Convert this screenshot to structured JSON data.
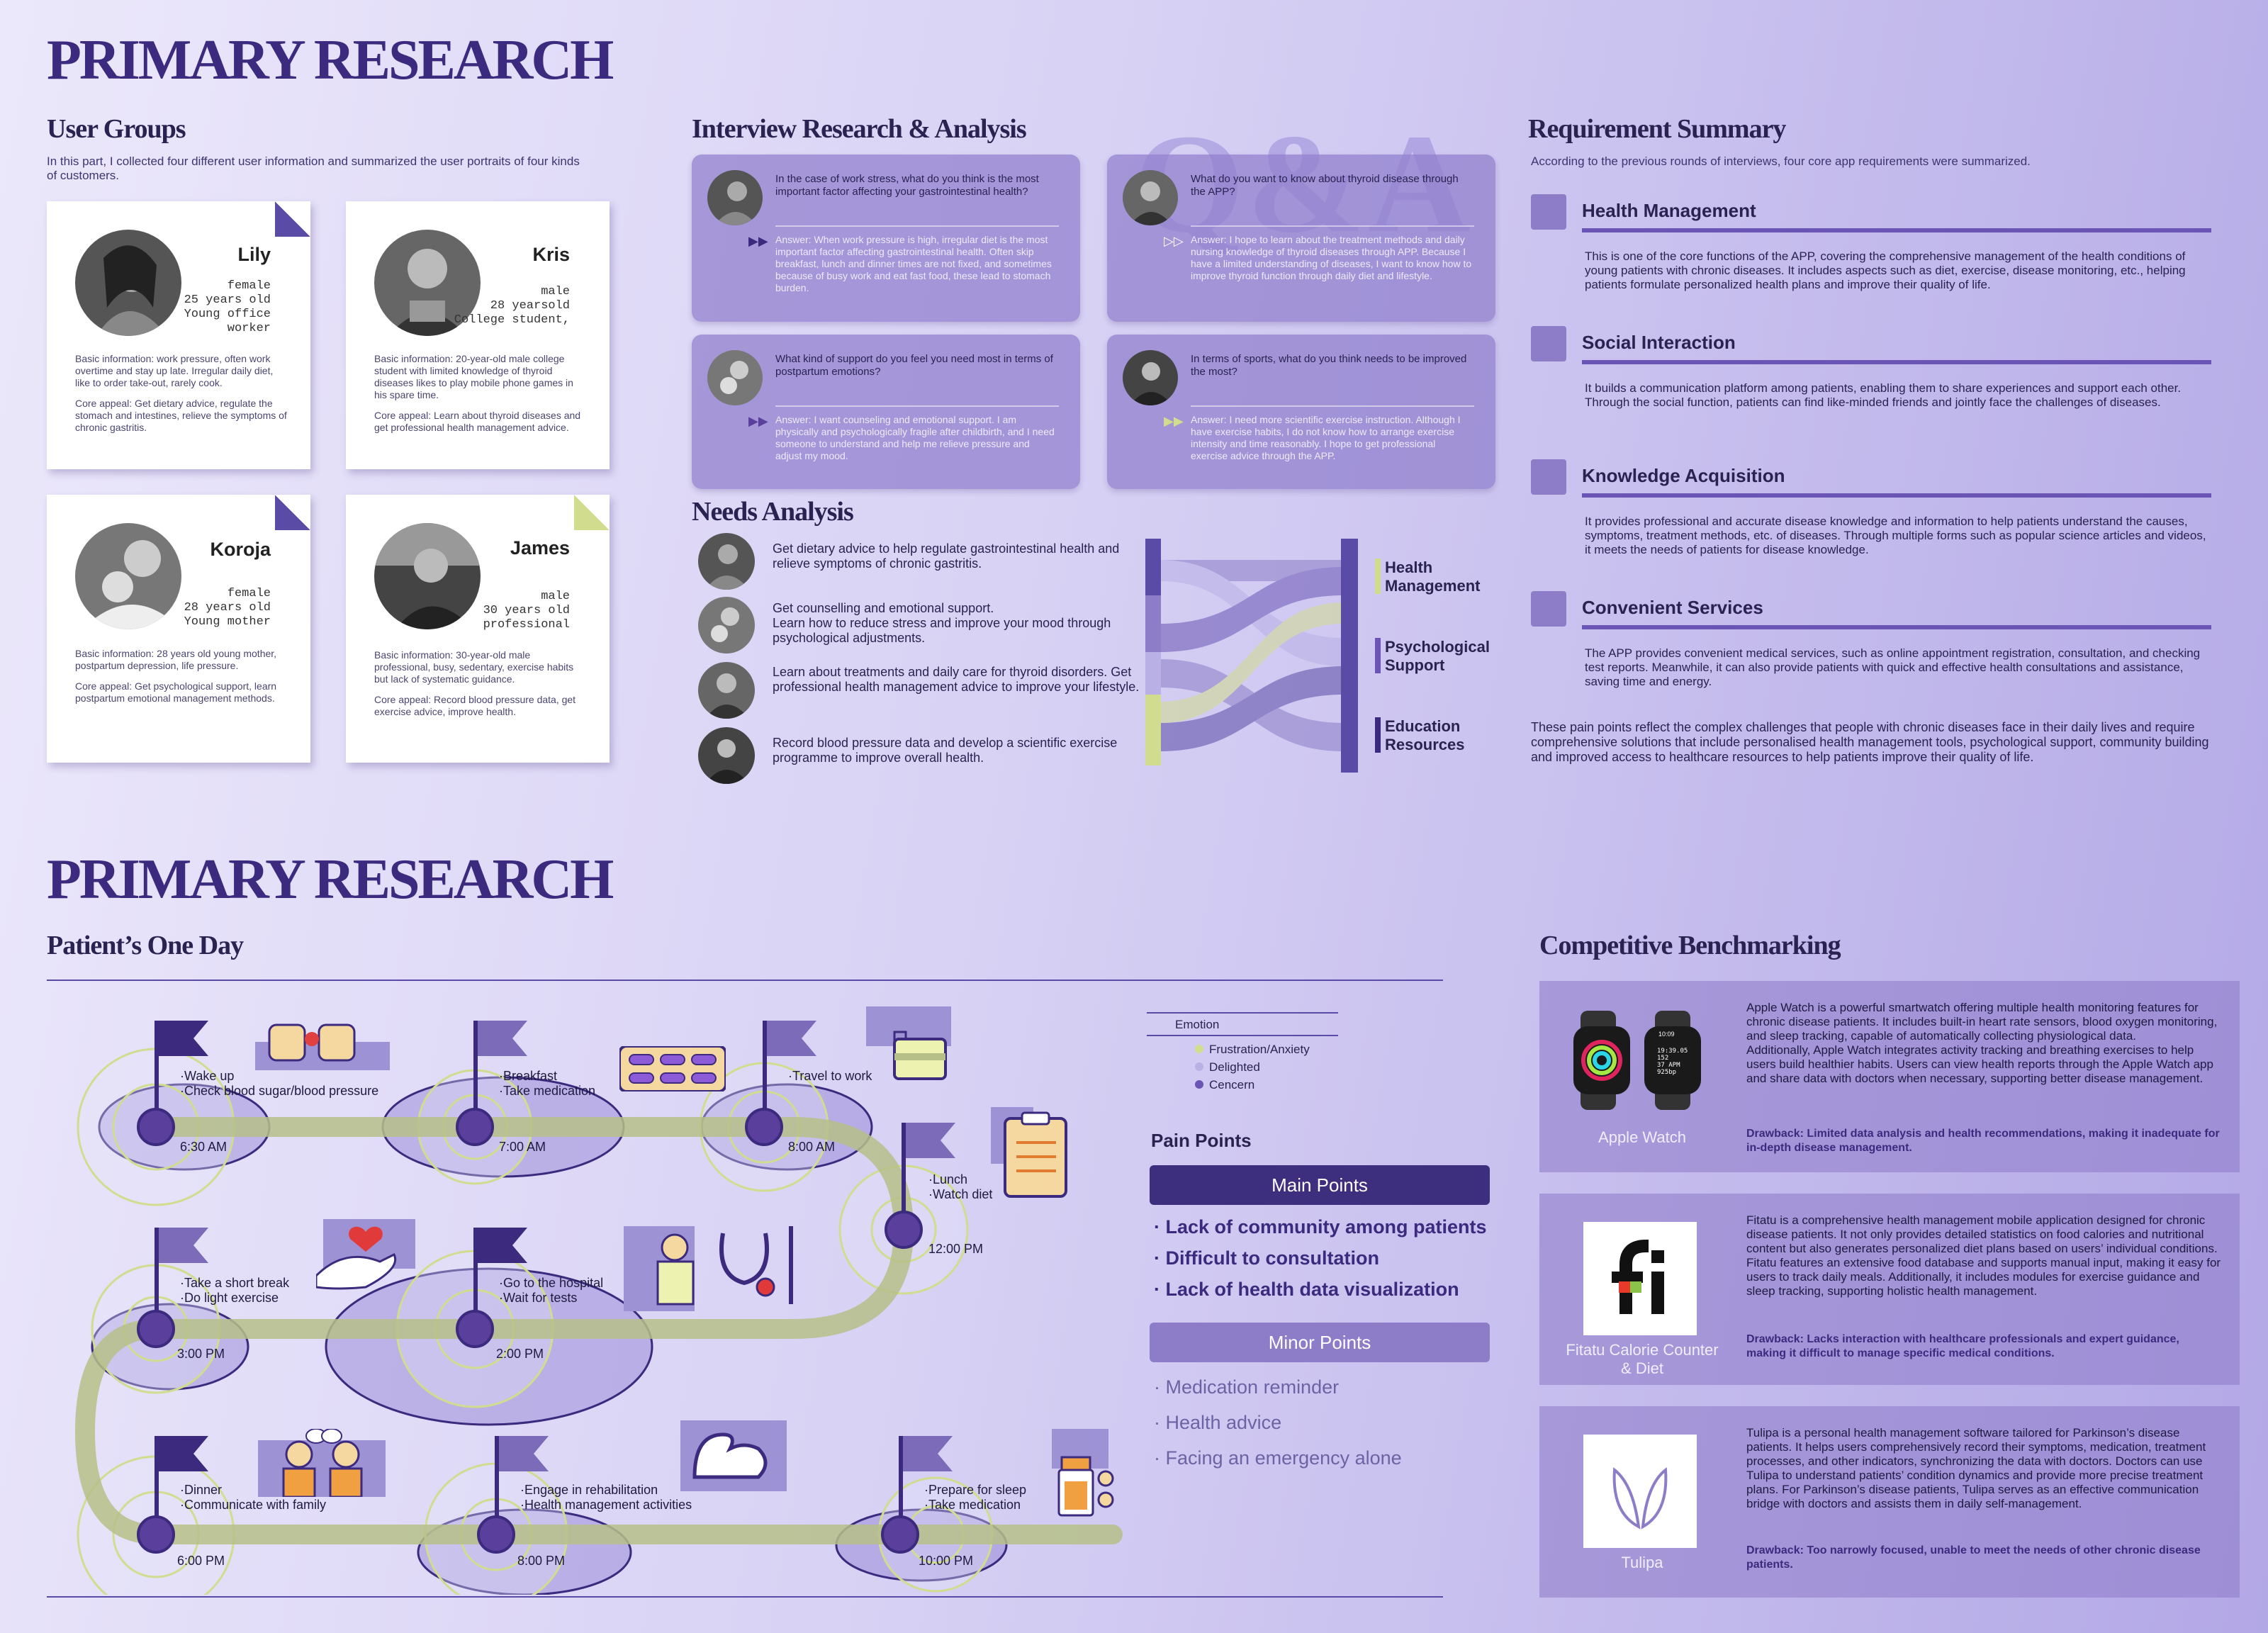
{
  "page": {
    "title_top": "PRIMARY RESEARCH",
    "title_bottom": "PRIMARY RESEARCH",
    "qa_watermark": "Q&A"
  },
  "user_groups": {
    "title": "User Groups",
    "intro": "In this part, I collected four different user information and summarized the user portraits of four kinds of customers.",
    "users": [
      {
        "name": "Lily",
        "meta": [
          "female",
          "25 years old",
          "Young office",
          "worker"
        ],
        "basic": "Basic information: work pressure, often work overtime and stay up late. Irregular daily diet, like to order take-out, rarely cook.",
        "core": "Core appeal: Get dietary advice, regulate the stomach and intestines, relieve the symptoms of chronic gastritis."
      },
      {
        "name": "Kris",
        "meta": [
          "male",
          "28 yearsold",
          "College student,"
        ],
        "basic": "Basic information: 20-year-old male college student with limited knowledge of thyroid diseases likes to play mobile phone games in his spare time.",
        "core": "Core appeal: Learn about thyroid diseases and get professional health management advice."
      },
      {
        "name": "Koroja",
        "meta": [
          "female",
          "28 years old",
          "Young mother"
        ],
        "basic": "Basic information: 28 years old young mother, postpartum depression, life pressure.",
        "core": "Core appeal: Get psychological support, learn postpartum emotional management methods."
      },
      {
        "name": "James",
        "meta": [
          "male",
          "30 years old",
          "professional"
        ],
        "basic": "Basic information: 30-year-old male professional, busy, sedentary, exercise habits but lack of systematic guidance.",
        "core": "Core appeal: Record blood pressure data, get exercise advice, improve health."
      }
    ]
  },
  "interview": {
    "title": "Interview Research & Analysis",
    "items": [
      {
        "q": "In the case of work stress, what do you think is the most important factor affecting your gastrointestinal health?",
        "a": "Answer: When work pressure is high, irregular diet is the most important factor affecting gastrointestinal health. Often skip breakfast, lunch and dinner times are not fixed, and sometimes because of busy work and eat fast food, these lead to stomach burden."
      },
      {
        "q": "What do you want to know about thyroid disease through the APP?",
        "a": "Answer: I hope to learn about the treatment methods and daily nursing knowledge of thyroid diseases through APP. Because I have a limited understanding of diseases, I want to know how to improve thyroid function through daily diet and lifestyle."
      },
      {
        "q": "What kind of support do you feel you need most in terms of postpartum emotions?",
        "a": "Answer: I want counseling and emotional support. I am physically and psychologically fragile after childbirth, and I need someone to understand and help me relieve pressure and adjust my mood."
      },
      {
        "q": "In terms of sports, what do you think needs to be improved the most?",
        "a": "Answer: I need more scientific exercise instruction. Although I have exercise habits, I do not know how to arrange exercise intensity and time reasonably. I hope to get professional exercise advice through the APP."
      }
    ]
  },
  "needs": {
    "title": "Needs Analysis",
    "items": [
      "Get dietary advice to help regulate gastrointestinal health and relieve symptoms of chronic gastritis.",
      "Get counselling and emotional support.\nLearn how to reduce stress and improve your mood through psychological adjustments.",
      "Learn about treatments and daily care for thyroid disorders. Get professional health management advice to improve your lifestyle.",
      "Record blood pressure data and develop a scientific exercise programme to improve overall health."
    ],
    "targets": [
      "Health\nManagement",
      "Psychological\nSupport",
      "Education\nResources"
    ]
  },
  "requirements": {
    "title": "Requirement Summary",
    "intro": "According to the previous rounds of interviews, four core app requirements were summarized.",
    "items": [
      {
        "title": "Health Management",
        "desc": "This is one of the core functions of the APP, covering the comprehensive management of the health conditions of young patients with chronic diseases. It includes aspects such as diet, exercise, disease monitoring, etc., helping patients formulate personalized health plans and improve their quality of life."
      },
      {
        "title": "Social Interaction",
        "desc": "It builds a communication platform among patients, enabling them to share experiences and support each other. Through the social function, patients can find like-minded friends and jointly face the challenges of diseases."
      },
      {
        "title": "Knowledge Acquisition",
        "desc": "It provides professional and accurate disease knowledge and information to help patients understand the causes, symptoms, treatment methods, etc. of diseases. Through multiple forms such as popular science articles and videos, it meets the needs of patients for disease knowledge."
      },
      {
        "title": "Convenient Services",
        "desc": "The APP provides convenient medical services, such as online appointment registration, consultation, and checking test reports. Meanwhile, it can also provide patients with quick and effective health consultations and assistance, saving time and energy."
      }
    ],
    "summary": "These pain points reflect the complex challenges that people with chronic diseases face in their daily lives and require comprehensive solutions that include personalised health management tools, psychological support, community building and improved access to healthcare resources to help patients improve their quality of life."
  },
  "day": {
    "title": "Patient’s One Day",
    "events": [
      {
        "time": "6:30 AM",
        "l1": "·Wake up",
        "l2": "·Check blood sugar/blood pressure"
      },
      {
        "time": "7:00 AM",
        "l1": "·Breakfast",
        "l2": "·Take medication"
      },
      {
        "time": "8:00 AM",
        "l1": "·Travel to work",
        "l2": ""
      },
      {
        "time": "12:00 PM",
        "l1": "·Lunch",
        "l2": "·Watch diet"
      },
      {
        "time": "3:00 PM",
        "l1": "·Take a short break",
        "l2": "·Do light exercise"
      },
      {
        "time": "2:00 PM",
        "l1": "·Go to the hospital",
        "l2": "·Wait for tests"
      },
      {
        "time": "6:00 PM",
        "l1": "·Dinner",
        "l2": "·Communicate with family"
      },
      {
        "time": "8:00 PM",
        "l1": "·Engage in rehabilitation",
        "l2": "·Health management activities"
      },
      {
        "time": "10:00 PM",
        "l1": "·Prepare for sleep",
        "l2": "·Take medication"
      }
    ],
    "legend_title": "Emotion",
    "legend": [
      "Frustration/Anxiety",
      "Delighted",
      "Cencern"
    ],
    "legend_colors": [
      "#d2dc8e",
      "#b9b0e6",
      "#6a55b5"
    ]
  },
  "pain_points": {
    "title": "Pain Points",
    "main_label": "Main Points",
    "minor_label": "Minor Points",
    "main": [
      "· Lack of community among patients",
      "· Difficult to consultation",
      "· Lack of health data visualization"
    ],
    "minor": [
      "· Medication reminder",
      "· Health advice",
      "· Facing an emergency alone"
    ]
  },
  "bench": {
    "title": "Competitive Benchmarking",
    "items": [
      {
        "name": "Apple Watch",
        "desc": "Apple Watch is a powerful smartwatch offering multiple health monitoring features for chronic disease patients. It includes built-in heart rate sensors, blood oxygen monitoring, and sleep tracking, capable of automatically collecting physiological data.\nAdditionally, Apple Watch integrates activity tracking and breathing exercises to help users build healthier habits. Users can view health reports through the Apple Watch app and share data with doctors when necessary, supporting better disease management.",
        "drawback": "Drawback: Limited data analysis and health recommendations, making it inadequate for in-depth disease management."
      },
      {
        "name": "Fitatu Calorie Counter\n& Diet",
        "desc": "Fitatu is a comprehensive health management mobile application designed for chronic disease patients. It not only provides detailed statistics on food calories and nutritional content but also generates personalized diet plans based on users’ individual conditions. Fitatu features an extensive food database and supports manual input, making it easy for users to track daily meals. Additionally, it includes modules for exercise guidance and sleep tracking, supporting holistic health management.",
        "drawback": "Drawback: Lacks interaction with healthcare professionals and expert guidance, making it difficult to manage specific medical conditions."
      },
      {
        "name": "Tulipa",
        "desc": "Tulipa is a personal health management software tailored for Parkinson’s disease patients. It helps users comprehensively record their symptoms, medication, treatment processes, and other indicators, synchronizing the data with doctors. Doctors can use Tulipa to understand patients’ condition dynamics and provide more precise treatment plans. For Parkinson’s disease patients, Tulipa serves as an effective communication bridge with doctors and assists them in daily self-management.",
        "drawback": "Drawback: Too narrowly focused, unable to meet the needs of other chronic disease patients."
      }
    ],
    "watch_time": "10:09",
    "watch_readout": [
      "19:39.05",
      "152",
      "37 APM",
      "925bp"
    ]
  }
}
